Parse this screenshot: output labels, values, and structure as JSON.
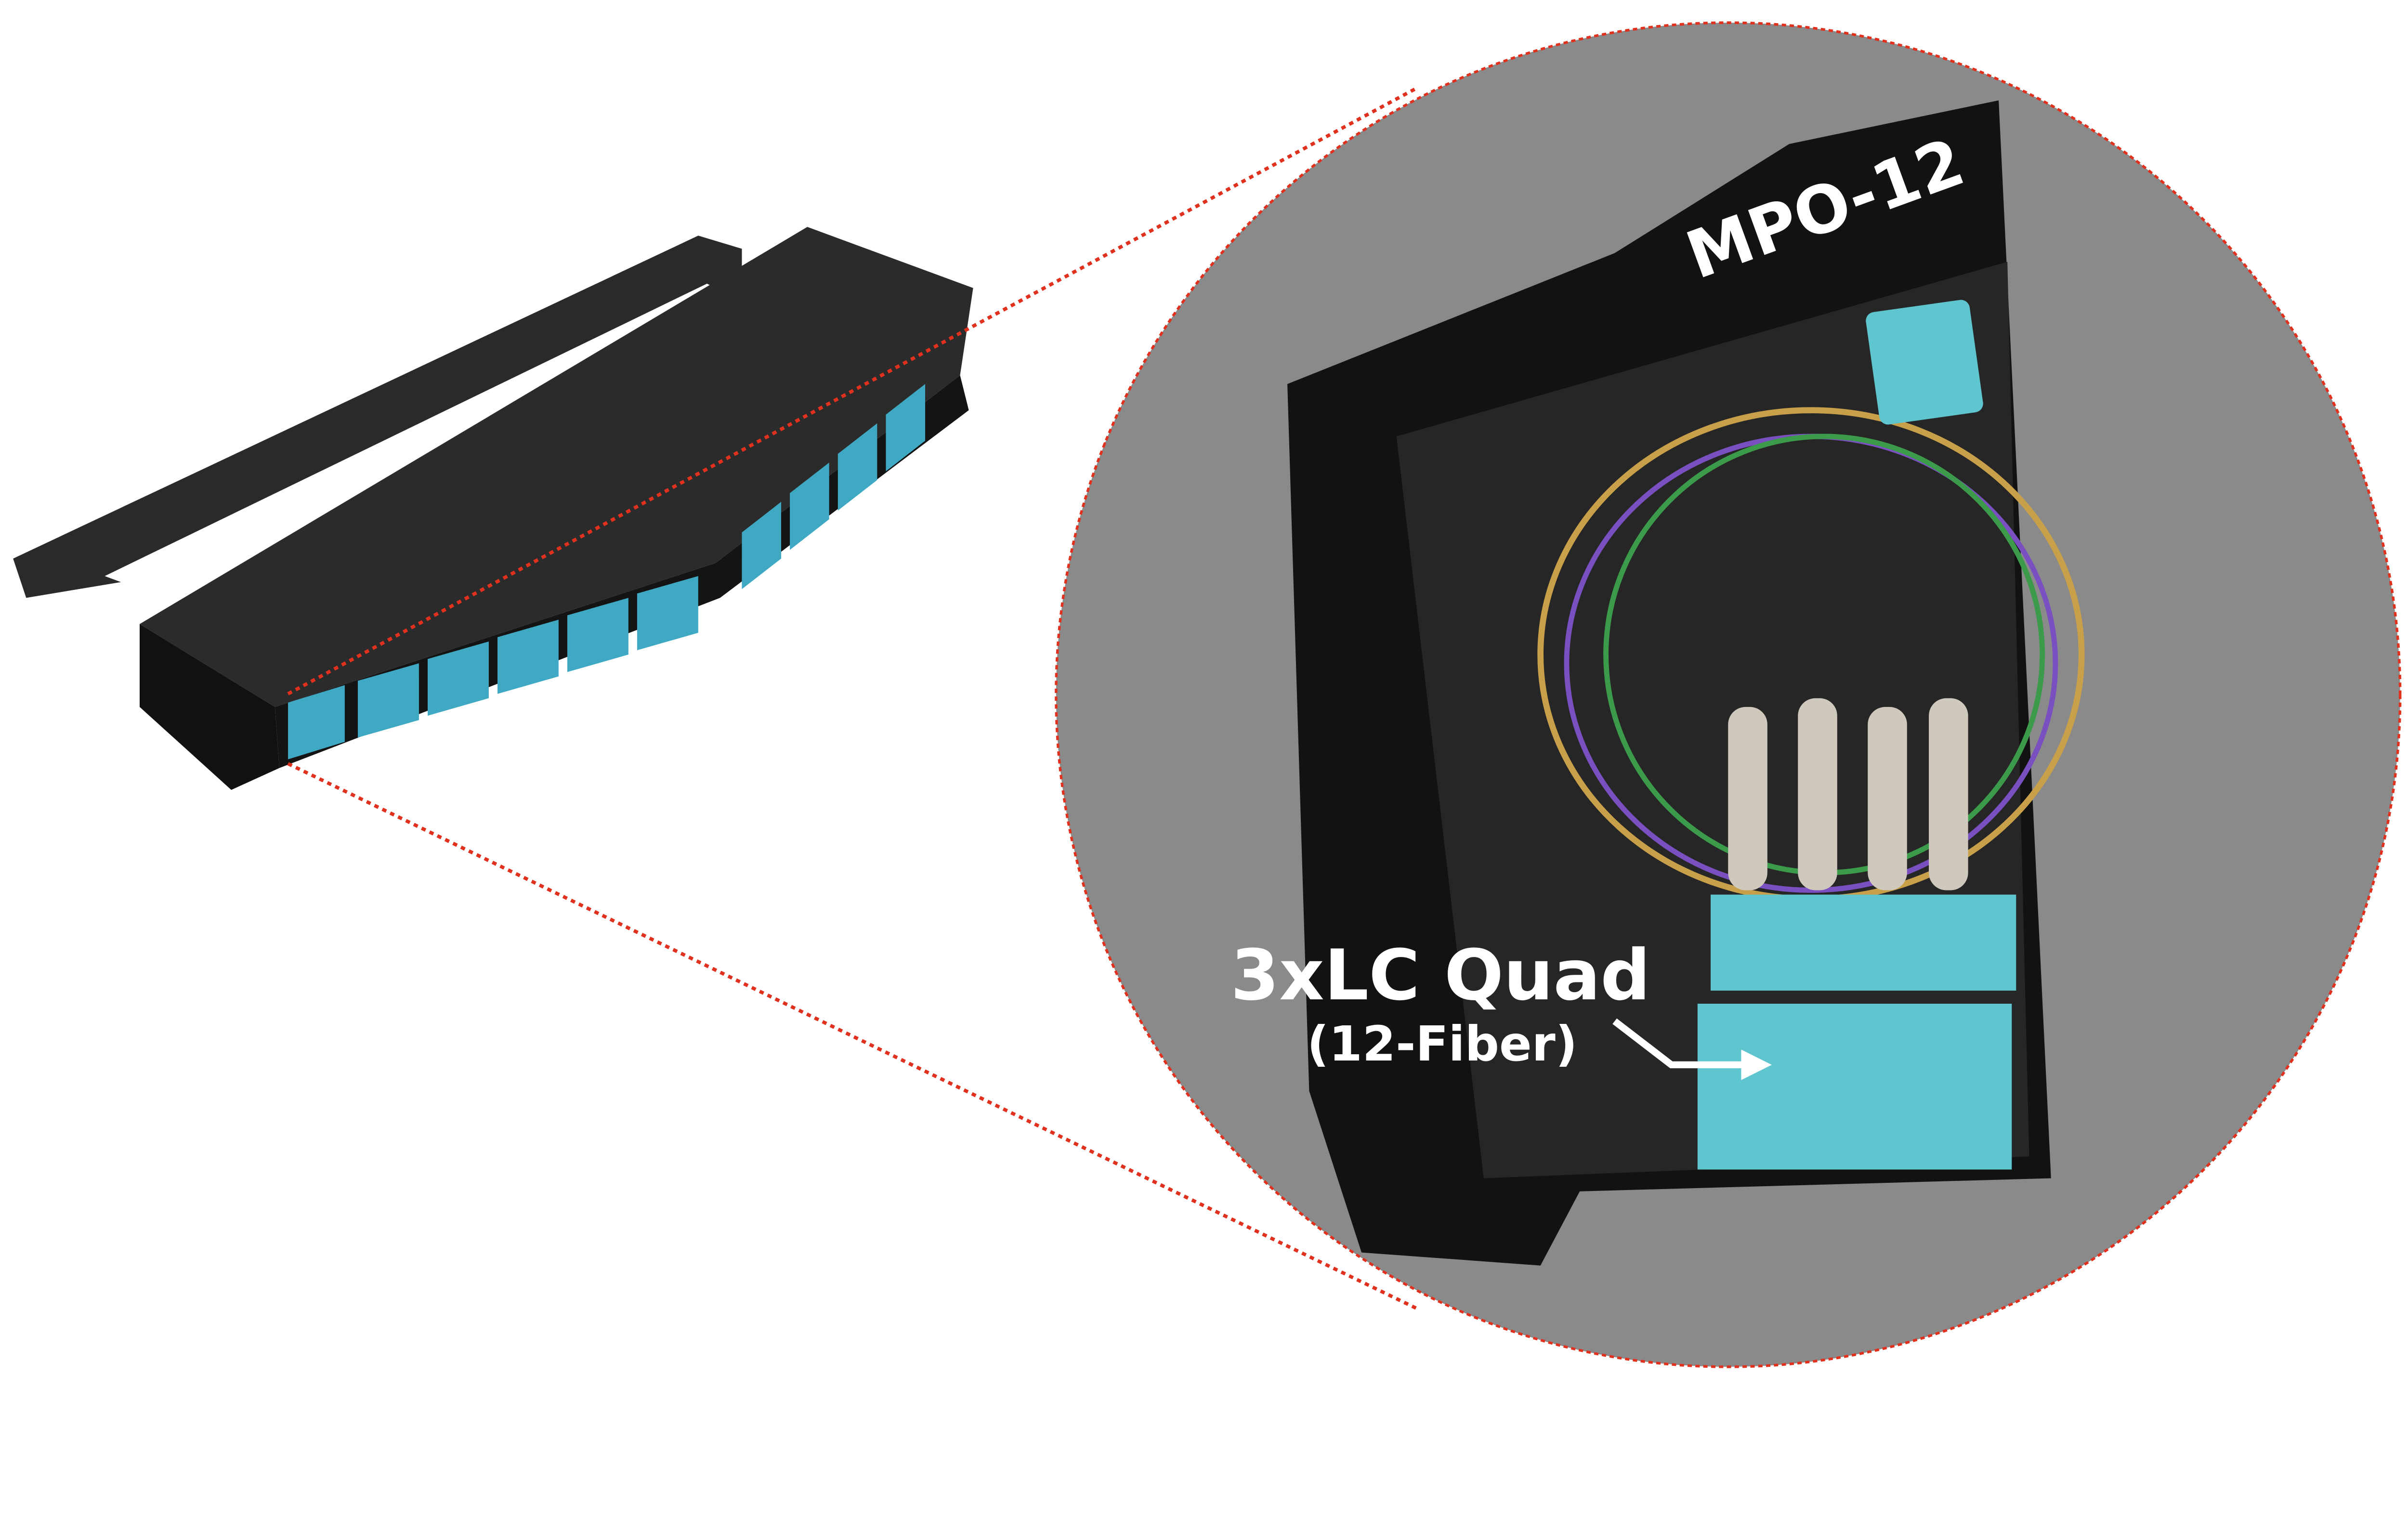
{
  "callout": {
    "mpo_label": "MPO-12",
    "lc_title": "3xLC Quad",
    "lc_subtitle": "(12-Fiber)"
  },
  "colors": {
    "circle_fill": "#8a8a8a",
    "leader_line": "#e0301e",
    "adapter": "#5fc6cf",
    "panel": "#1c1c1c"
  }
}
